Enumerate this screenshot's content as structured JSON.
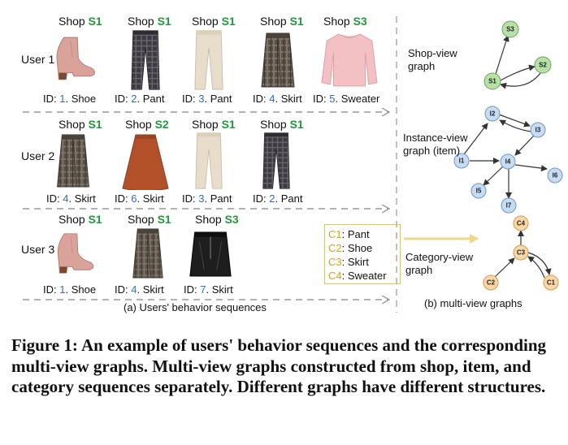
{
  "users": [
    {
      "label": "User 1",
      "items": [
        {
          "shop_prefix": "Shop ",
          "shop_code": "S1",
          "id_prefix": "ID: ",
          "id_num": "1",
          "id_name": ". Shoe",
          "icon": "shoe-icon"
        },
        {
          "shop_prefix": "Shop ",
          "shop_code": "S1",
          "id_prefix": "ID: ",
          "id_num": "2",
          "id_name": ". Pant",
          "icon": "plaid-pant-icon"
        },
        {
          "shop_prefix": "Shop ",
          "shop_code": "S1",
          "id_prefix": "ID: ",
          "id_num": "3",
          "id_name": ". Pant",
          "icon": "beige-pant-icon"
        },
        {
          "shop_prefix": "Shop ",
          "shop_code": "S1",
          "id_prefix": "ID: ",
          "id_num": "4",
          "id_name": ". Skirt",
          "icon": "plaid-skirt-icon"
        },
        {
          "shop_prefix": "Shop ",
          "shop_code": "S3",
          "id_prefix": "ID: ",
          "id_num": "5",
          "id_name": ". Sweater",
          "icon": "pink-sweater-icon"
        }
      ]
    },
    {
      "label": "User 2",
      "items": [
        {
          "shop_prefix": "Shop ",
          "shop_code": "S1",
          "id_prefix": "ID: ",
          "id_num": "4",
          "id_name": ". Skirt",
          "icon": "plaid-skirt-icon"
        },
        {
          "shop_prefix": "Shop ",
          "shop_code": "S2",
          "id_prefix": "ID: ",
          "id_num": "6",
          "id_name": ". Skirt",
          "icon": "orange-skirt-icon"
        },
        {
          "shop_prefix": "Shop ",
          "shop_code": "S1",
          "id_prefix": "ID: ",
          "id_num": "3",
          "id_name": ". Pant",
          "icon": "beige-pant-icon"
        },
        {
          "shop_prefix": "Shop ",
          "shop_code": "S1",
          "id_prefix": "ID: ",
          "id_num": "2",
          "id_name": ". Pant",
          "icon": "plaid-pant-icon"
        }
      ]
    },
    {
      "label": "User 3",
      "items": [
        {
          "shop_prefix": "Shop ",
          "shop_code": "S1",
          "id_prefix": "ID: ",
          "id_num": "1",
          "id_name": ". Shoe",
          "icon": "shoe-icon"
        },
        {
          "shop_prefix": "Shop ",
          "shop_code": "S1",
          "id_prefix": "ID: ",
          "id_num": "4",
          "id_name": ". Skirt",
          "icon": "plaid-skirt-icon"
        },
        {
          "shop_prefix": "Shop ",
          "shop_code": "S3",
          "id_prefix": "ID: ",
          "id_num": "7",
          "id_name": ". Skirt",
          "icon": "leather-skirt-icon"
        }
      ]
    }
  ],
  "sequences_caption": "(a) Users'  behavior sequences",
  "graphs_caption": "(b) multi-view graphs",
  "shop_view": {
    "label_line1": "Shop-view",
    "label_line2": "graph",
    "nodes": [
      "S3",
      "S2",
      "S1"
    ]
  },
  "instance_view": {
    "label_line1": "Instance-view",
    "label_line2": "graph (item)",
    "nodes": [
      "I1",
      "I2",
      "I3",
      "I4",
      "I5",
      "I6",
      "I7"
    ]
  },
  "category_view": {
    "label_line1": "Category-view",
    "label_line2": "graph",
    "nodes": [
      "C4",
      "C3",
      "C2",
      "C1"
    ],
    "legend": [
      {
        "code": "C1",
        "name": ": Pant"
      },
      {
        "code": "C2",
        "name": ": Shoe"
      },
      {
        "code": "C3",
        "name": ": Skirt"
      },
      {
        "code": "C4",
        "name": ": Sweater"
      }
    ]
  },
  "colors": {
    "shop_code": "#1f9a3a",
    "id_number": "#2f6fb5",
    "shop_node_fill": "#b7e1a6",
    "instance_node_fill": "#c6dcf3",
    "category_node_fill": "#f8d7a8",
    "legend_border": "#e8c14a"
  },
  "figure_caption": "Figure 1: An example of users' behavior sequences and the corresponding multi-view graphs. Multi-view graphs constructed from shop, item, and category sequences separately. Different graphs have different structures."
}
